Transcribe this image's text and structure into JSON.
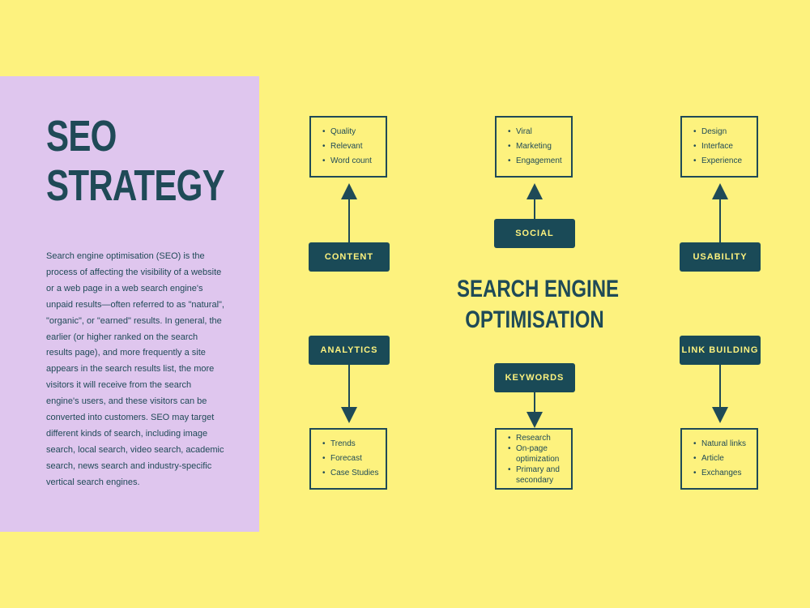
{
  "page": {
    "title_lines": [
      "SEO",
      "STRATEGY"
    ],
    "description": "Search engine optimisation (SEO) is the process of affecting the visibility of a website or a web page in a web search engine's unpaid results—often referred to as \"natural\", \"organic\", or \"earned\" results. In general, the earlier (or higher ranked on the search results page), and more frequently a site appears in the search results list, the more visitors it will receive from the search engine's users, and these visitors can be converted into customers. SEO may target different kinds of search, including image search, local search, video search, academic search, news search and industry-specific vertical search engines."
  },
  "diagram": {
    "center_lines": [
      "SEARCH ENGINE",
      "OPTIMISATION"
    ],
    "nodes": {
      "content": {
        "label": "CONTENT",
        "items": [
          "Quality",
          "Relevant",
          "Word count"
        ]
      },
      "social": {
        "label": "SOCIAL",
        "items": [
          "Viral",
          "Marketing",
          "Engagement"
        ]
      },
      "usability": {
        "label": "USABILITY",
        "items": [
          "Design",
          "Interface",
          "Experience"
        ]
      },
      "analytics": {
        "label": "ANALYTICS",
        "items": [
          "Trends",
          "Forecast",
          "Case Studies"
        ]
      },
      "keywords": {
        "label": "KEYWORDS",
        "items": [
          "Research",
          "On-page optimization",
          "Primary and secondary"
        ]
      },
      "link_building": {
        "label": "LINK BUILDING",
        "items": [
          "Natural links",
          "Article",
          "Exchanges"
        ]
      }
    }
  },
  "colors": {
    "background": "#fdf27e",
    "panel": "#dfc6ee",
    "node": "#1a4a57",
    "text": "#1f4a57",
    "node_text": "#fdf27e"
  }
}
